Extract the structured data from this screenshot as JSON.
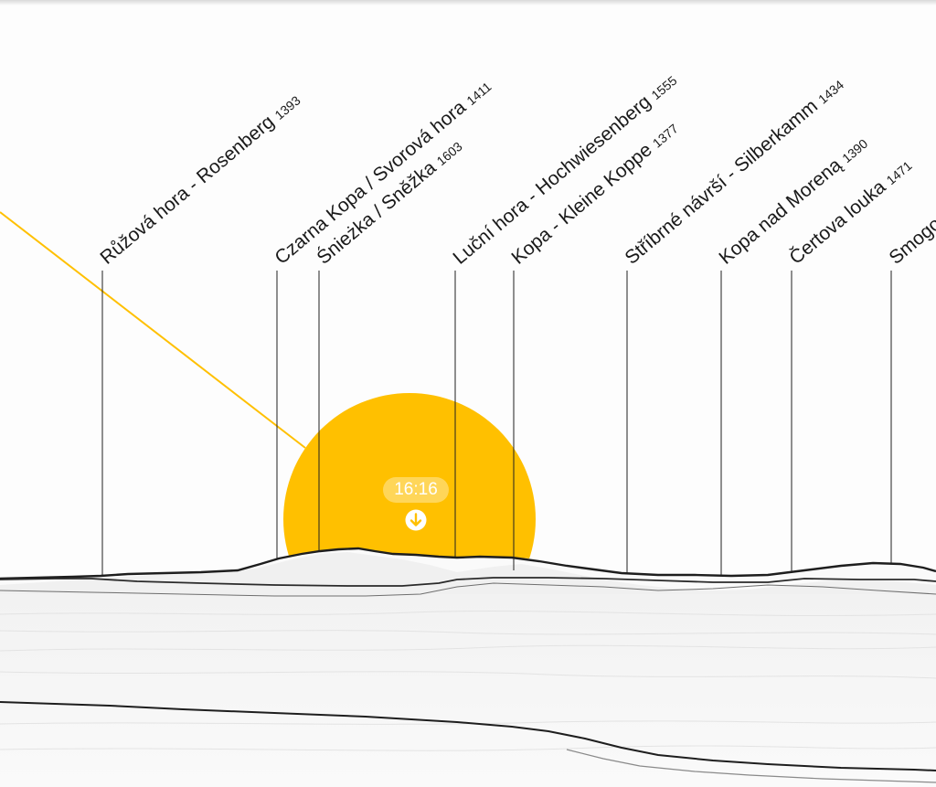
{
  "sun": {
    "time": "16:16",
    "color": "#ffc000",
    "ray_color": "#ffc000",
    "direction_icon": "arrow-down-circle-icon"
  },
  "peaks": [
    {
      "id": "ruzova-hora",
      "name": "Růžová hora - Rosenberg",
      "elevation": "1393"
    },
    {
      "id": "czarna-kopa",
      "name": "Czarna Kopa / Svorová hora",
      "elevation": "1411"
    },
    {
      "id": "sniezka",
      "name": "Śnieżka / Sněžka",
      "elevation": "1603"
    },
    {
      "id": "lucni-hora",
      "name": "Luční hora - Hochwiesenberg",
      "elevation": "1555"
    },
    {
      "id": "kopa",
      "name": "Kopa - Kleine Koppe",
      "elevation": "1377"
    },
    {
      "id": "stribrne-navrsi",
      "name": "Stříbrné návrší - Silberkamm",
      "elevation": "1434"
    },
    {
      "id": "kopa-nad-morena",
      "name": "Kopa nad Moreną",
      "elevation": "1390"
    },
    {
      "id": "certova-louka",
      "name": "Čertova louka",
      "elevation": "1471"
    },
    {
      "id": "smogornia",
      "name": "Smogornia",
      "elevation": ""
    }
  ]
}
